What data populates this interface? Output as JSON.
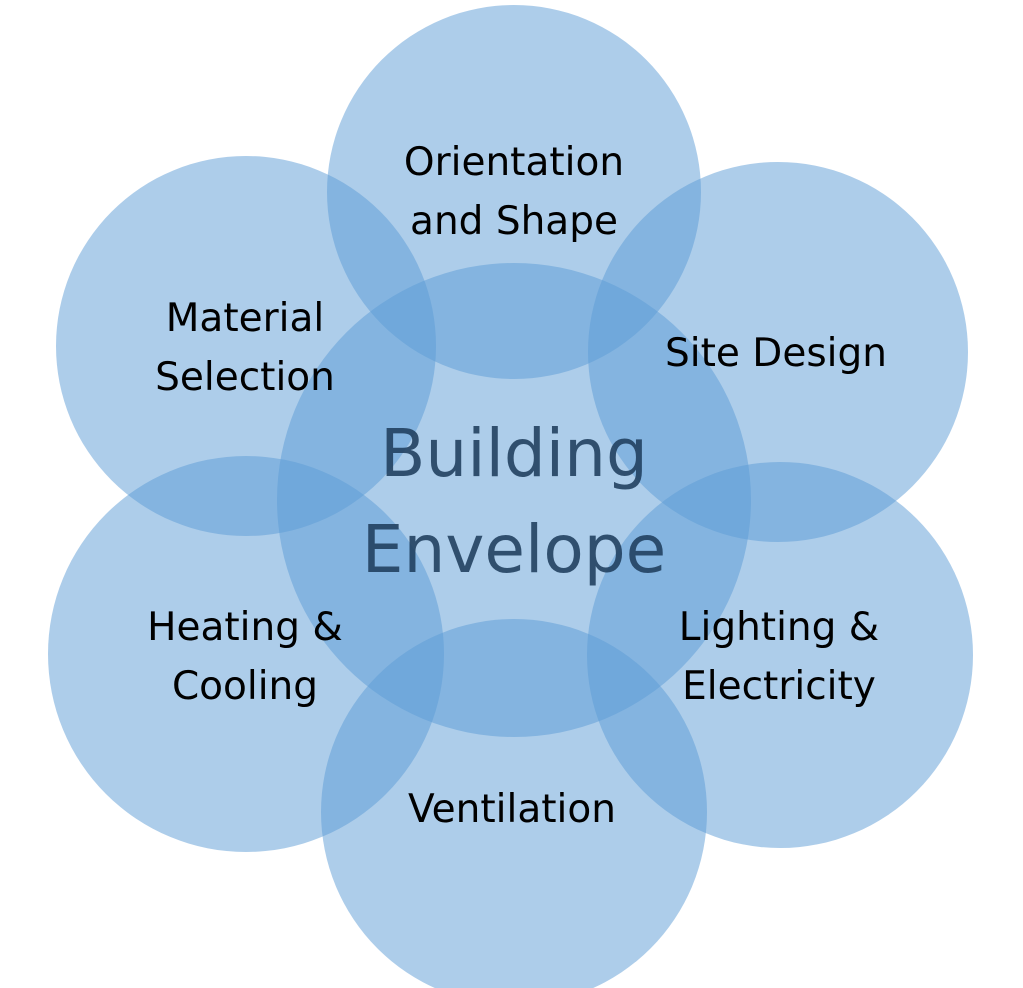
{
  "diagram": {
    "center": {
      "line1": "Building",
      "line2": "Envelope"
    },
    "satellites": {
      "top": {
        "line1": "Orientation",
        "line2": "and Shape"
      },
      "upper_right": {
        "line1": "Site Design"
      },
      "lower_right": {
        "line1": "Lighting &",
        "line2": "Electricity"
      },
      "bottom": {
        "line1": "Ventilation"
      },
      "lower_left": {
        "line1": "Heating &",
        "line2": "Cooling"
      },
      "upper_left": {
        "line1": "Material",
        "line2": "Selection"
      }
    },
    "colors": {
      "circle_fill": "#5b9bd5",
      "circle_opacity": "0.5",
      "center_text": "#1f3d5c",
      "satellite_text": "#000000"
    }
  }
}
